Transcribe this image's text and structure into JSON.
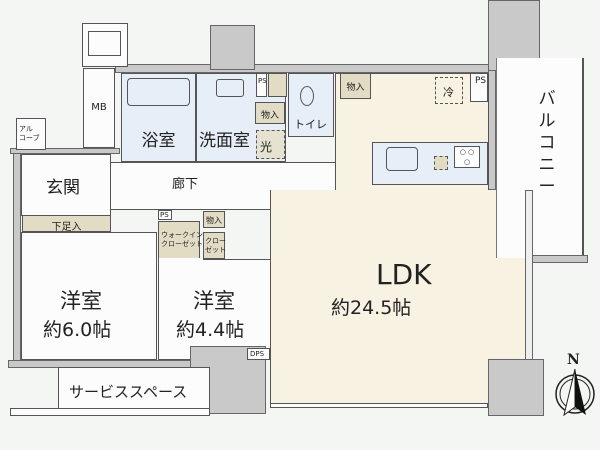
{
  "rooms": {
    "mb": "MB",
    "alcove": "アル\nコーブ",
    "bath": "浴室",
    "washroom": "洗面室",
    "washer": "光",
    "ps1": "PS",
    "storage_wash": "物入",
    "toilet": "トイレ",
    "storage_ldk": "物入",
    "fridge": "冷",
    "ps2": "PS",
    "balcony": "バルコニー",
    "entrance": "玄関",
    "shoe_storage": "下足入",
    "hallway": "廊下",
    "ps3": "PS",
    "walk_in_closet": "ウォークイン\nクローゼット",
    "storage_hall": "物入",
    "closet": "クロー\nゼット",
    "western_room_1": {
      "name": "洋室",
      "size": "約6.0帖"
    },
    "western_room_2": {
      "name": "洋室",
      "size": "約4.4帖"
    },
    "ldk": {
      "name": "LDK",
      "size": "約24.5帖"
    },
    "dps": "DPS",
    "service_space": "サービススペース"
  },
  "compass": {
    "label": "N"
  }
}
